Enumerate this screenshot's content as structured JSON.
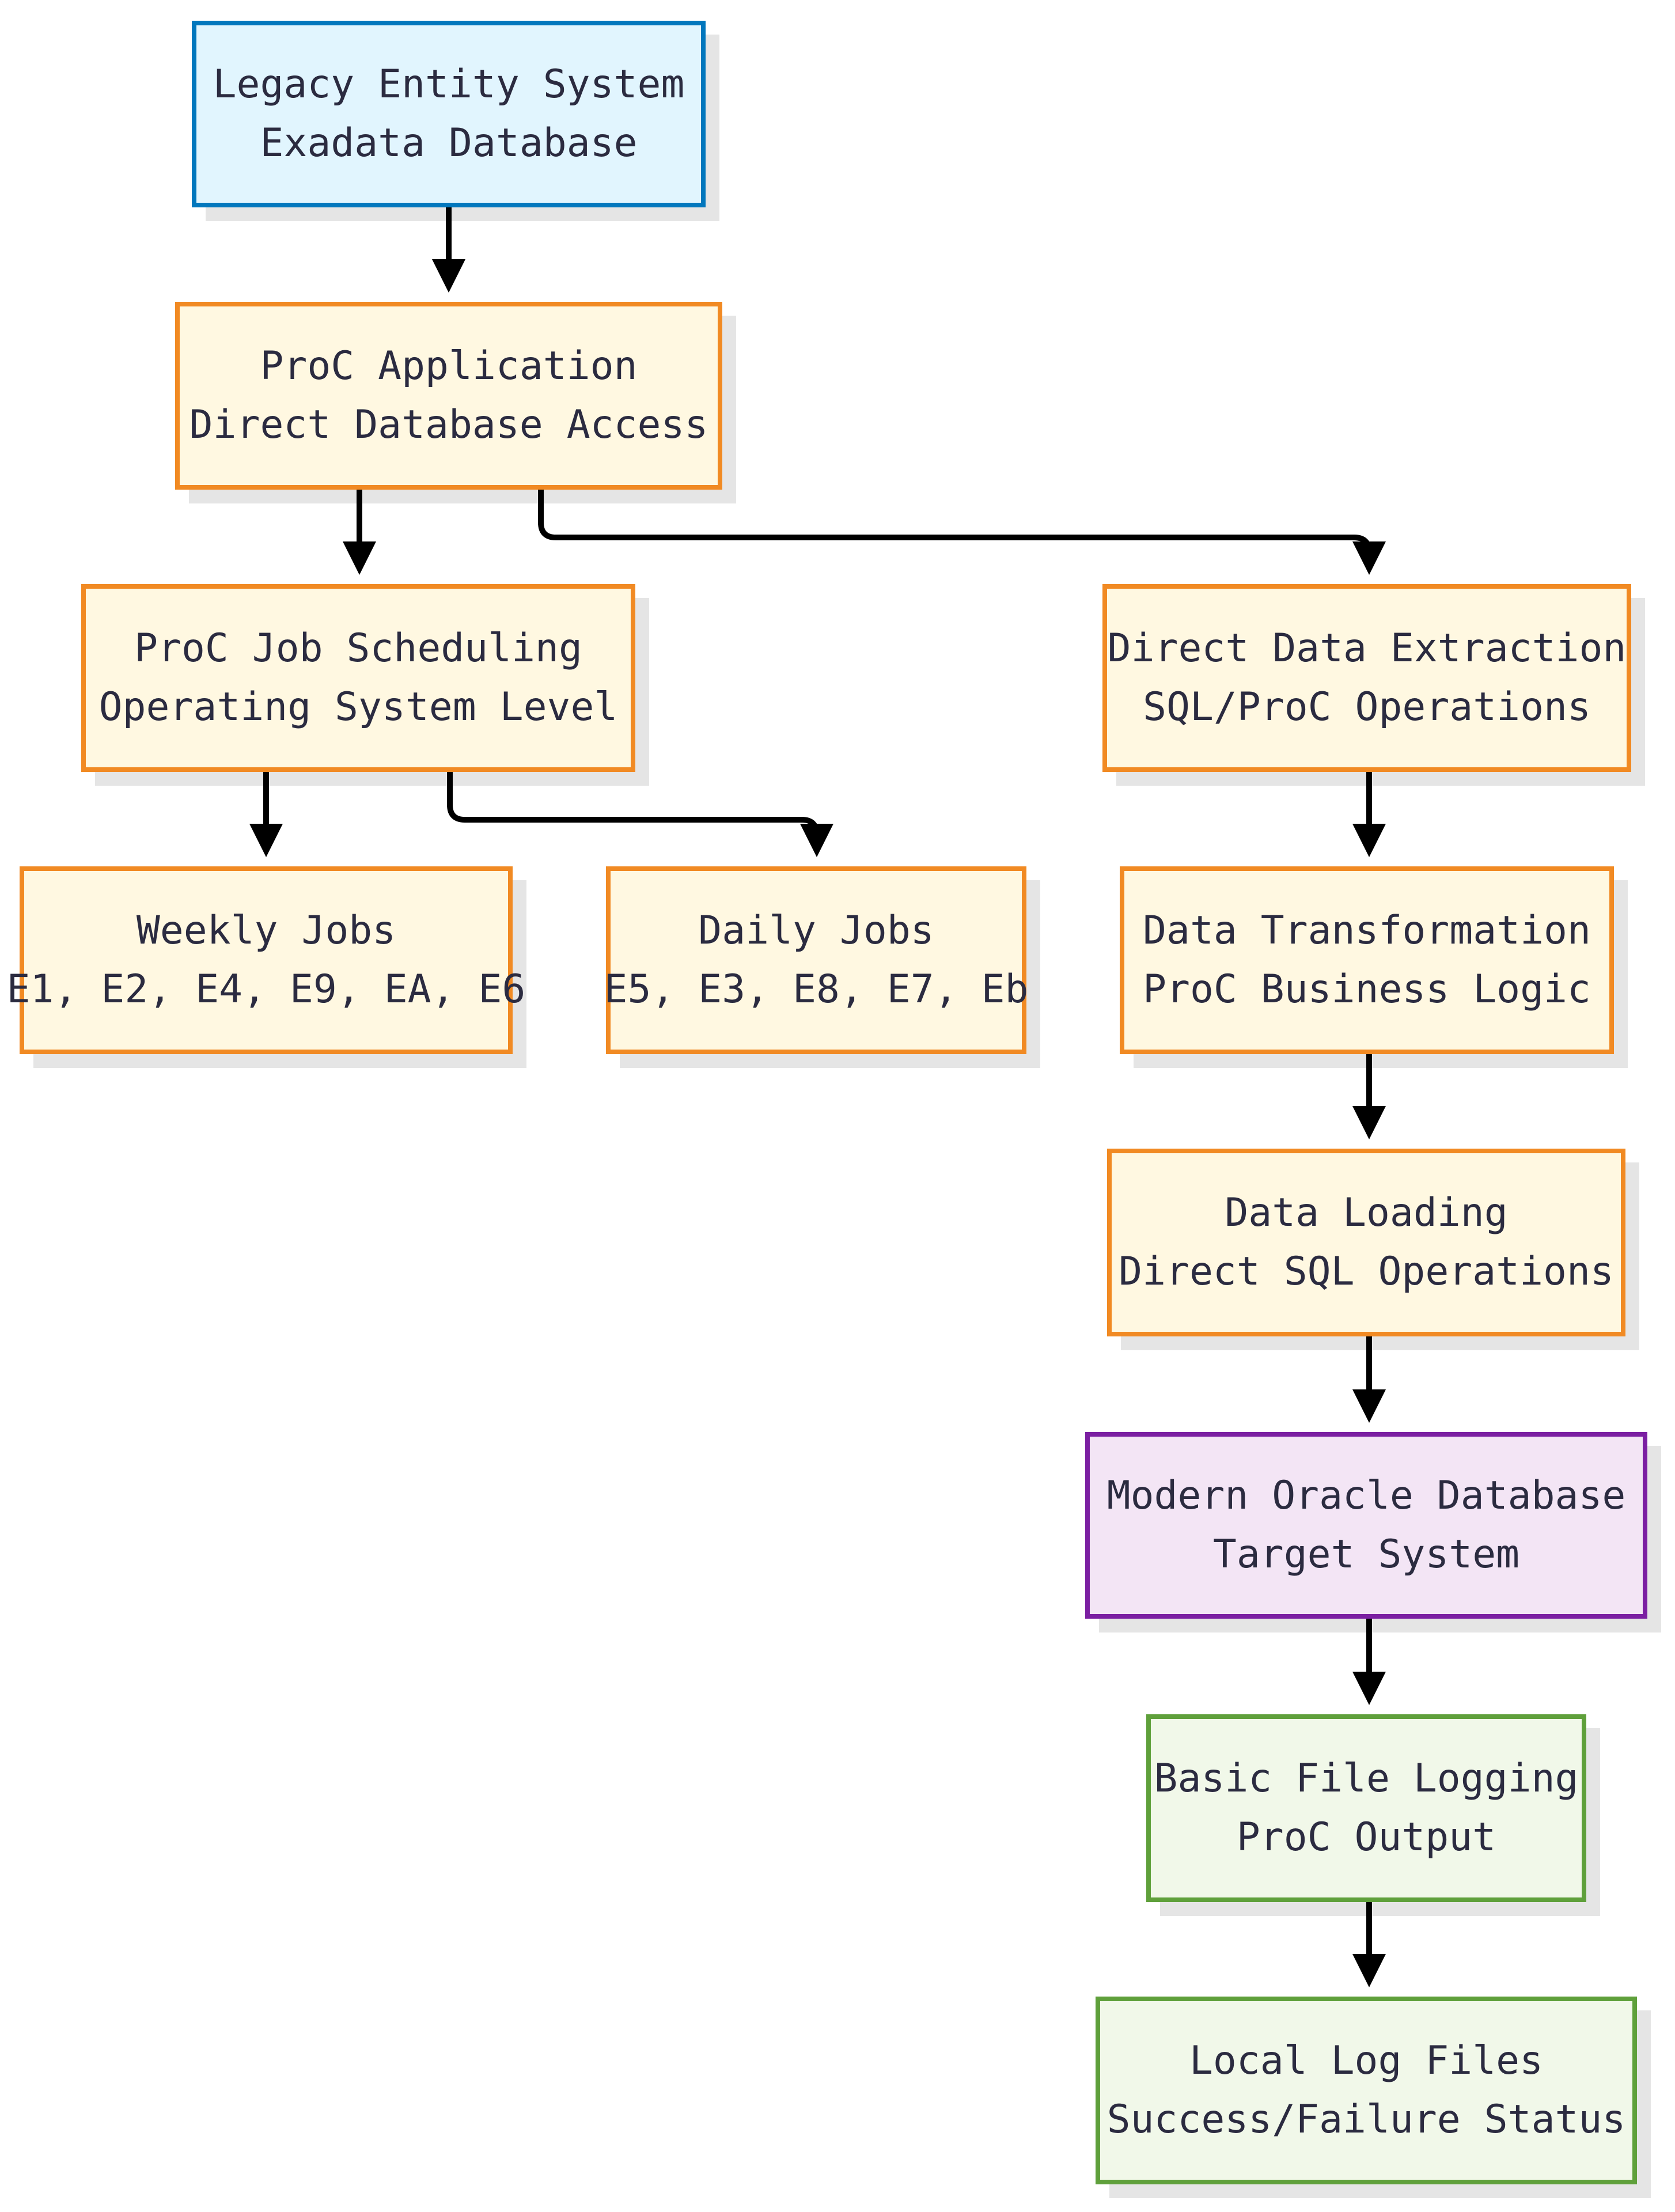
{
  "nodes": {
    "legacy_entity_system": {
      "line1": "Legacy Entity System",
      "line2": "Exadata Database"
    },
    "proc_application": {
      "line1": "ProC Application",
      "line2": "Direct Database Access"
    },
    "proc_job_scheduling": {
      "line1": "ProC Job Scheduling",
      "line2": "Operating System Level"
    },
    "direct_data_extraction": {
      "line1": "Direct Data Extraction",
      "line2": "SQL/ProC Operations"
    },
    "weekly_jobs": {
      "line1": "Weekly Jobs",
      "line2": "E1, E2, E4, E9, EA, E6"
    },
    "daily_jobs": {
      "line1": "Daily Jobs",
      "line2": "E5, E3, E8, E7, Eb"
    },
    "data_transformation": {
      "line1": "Data Transformation",
      "line2": "ProC Business Logic"
    },
    "data_loading": {
      "line1": "Data Loading",
      "line2": "Direct SQL Operations"
    },
    "modern_oracle_database": {
      "line1": "Modern Oracle Database",
      "line2": "Target System"
    },
    "basic_file_logging": {
      "line1": "Basic File Logging",
      "line2": "ProC Output"
    },
    "local_log_files": {
      "line1": "Local Log Files",
      "line2": "Success/Failure Status"
    }
  },
  "edges": [
    {
      "from": "legacy_entity_system",
      "to": "proc_application"
    },
    {
      "from": "proc_application",
      "to": "proc_job_scheduling"
    },
    {
      "from": "proc_application",
      "to": "direct_data_extraction"
    },
    {
      "from": "proc_job_scheduling",
      "to": "weekly_jobs"
    },
    {
      "from": "proc_job_scheduling",
      "to": "daily_jobs"
    },
    {
      "from": "direct_data_extraction",
      "to": "data_transformation"
    },
    {
      "from": "data_transformation",
      "to": "data_loading"
    },
    {
      "from": "data_loading",
      "to": "modern_oracle_database"
    },
    {
      "from": "modern_oracle_database",
      "to": "basic_file_logging"
    },
    {
      "from": "basic_file_logging",
      "to": "local_log_files"
    }
  ],
  "colors": {
    "source_fill": "#e1f5fe",
    "source_border": "#0277bd",
    "process_fill": "#fff8e1",
    "process_border": "#f18a23",
    "target_fill": "#f3e5f5",
    "target_border": "#7b1fa2",
    "logging_fill": "#f1f8e9",
    "logging_border": "#5fa03b",
    "edge": "#000000",
    "text": "#2b2b40"
  }
}
